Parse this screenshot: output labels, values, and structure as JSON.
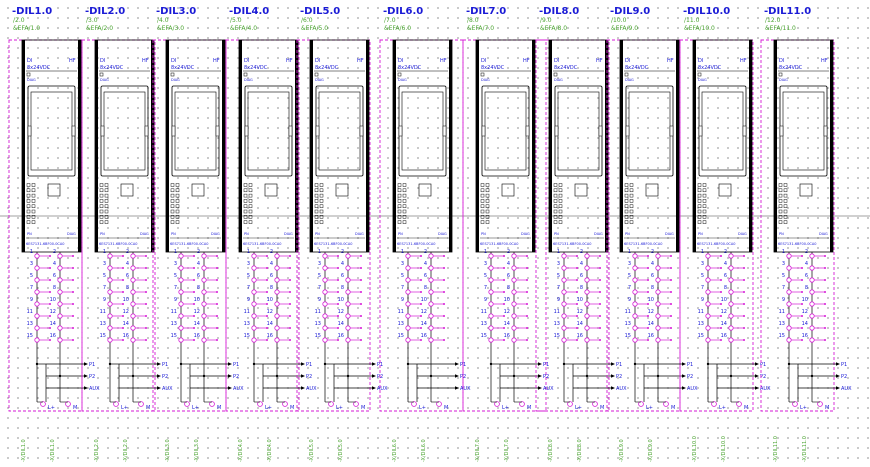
{
  "colors": {
    "frame": "#d61ad6",
    "text": "#1a1ad6",
    "subtext": "#49a32f",
    "wire": "#000000",
    "crosshair": "#444444"
  },
  "module_text": {
    "type_left": "DI",
    "type_right": "HF",
    "spec": "8x24VDC",
    "feature": "DIAG",
    "pn": "PN",
    "diag": "DIAG",
    "order_no": "6ES7131-6BF00-0CA0",
    "bus_labels": [
      "P1",
      "P2",
      "AUX"
    ],
    "bottom_left": "L+",
    "bottom_right": "M"
  },
  "modules": [
    {
      "tag": "-DIL1.0",
      "pos": "/2.0",
      "ref": "&EFA/1.0",
      "bottom_ref_a": "-X/DIL1.0",
      "bottom_ref_b": "-X/DIL1.0"
    },
    {
      "tag": "-DIL2.0",
      "pos": "/3.0",
      "ref": "&EFA/2.0",
      "bottom_ref_a": "-X/DIL2.0",
      "bottom_ref_b": "-X/DIL2.0"
    },
    {
      "tag": "-DIL3.0",
      "pos": "/4.0",
      "ref": "&EFA/3.0",
      "bottom_ref_a": "-X/DIL3.0",
      "bottom_ref_b": "-X/DIL3.0"
    },
    {
      "tag": "-DIL4.0",
      "pos": "/5.0",
      "ref": "&EFA/4.0",
      "bottom_ref_a": "-X/DIL4.0",
      "bottom_ref_b": "-X/DIL4.0"
    },
    {
      "tag": "-DIL5.0",
      "pos": "/6.0",
      "ref": "&EFA/5.0",
      "bottom_ref_a": "-X/DIL5.0",
      "bottom_ref_b": "-X/DIL5.0"
    },
    {
      "tag": "-DIL6.0",
      "pos": "/7.0",
      "ref": "&EFA/6.0",
      "bottom_ref_a": "-X/DIL6.0",
      "bottom_ref_b": "-X/DIL6.0"
    },
    {
      "tag": "-DIL7.0",
      "pos": "/8.0",
      "ref": "&EFA/7.0",
      "bottom_ref_a": "-X/DIL7.0",
      "bottom_ref_b": "-X/DIL7.0"
    },
    {
      "tag": "-DIL8.0",
      "pos": "/9.0",
      "ref": "&EFA/8.0",
      "bottom_ref_a": "-X/DIL8.0",
      "bottom_ref_b": "-X/DIL8.0"
    },
    {
      "tag": "-DIL9.0",
      "pos": "/10.0",
      "ref": "&EFA/9.0",
      "bottom_ref_a": "-X/DIL9.0",
      "bottom_ref_b": "-X/DIL9.0"
    },
    {
      "tag": "-DIL10.0",
      "pos": "/11.0",
      "ref": "&EFA/10.0",
      "bottom_ref_a": "-X/DIL10.0",
      "bottom_ref_b": "-X/DIL10.0"
    },
    {
      "tag": "-DIL11.0",
      "pos": "/12.0",
      "ref": "&EFA/11.0",
      "bottom_ref_a": "-X/DIL11.0",
      "bottom_ref_b": "-X/DIL11.0"
    }
  ],
  "terminal_left": [
    "1",
    "3",
    "5",
    "7",
    "9",
    "11",
    "13",
    "15"
  ],
  "terminal_right": [
    "2",
    "4",
    "6",
    "8",
    "10",
    "12",
    "14",
    "16"
  ]
}
